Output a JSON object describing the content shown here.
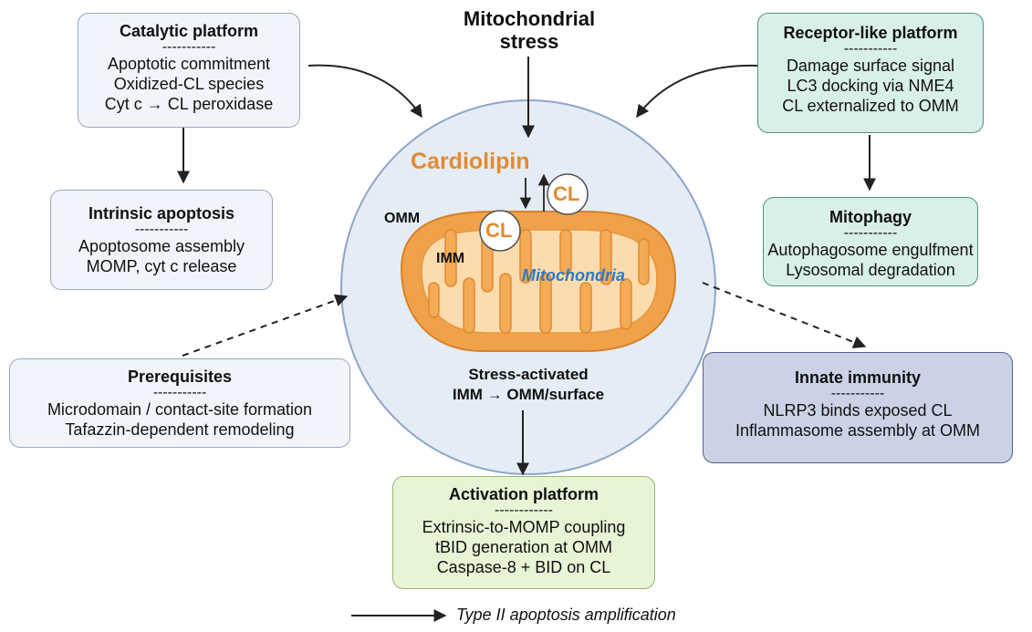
{
  "stress_label": [
    "Mitochondrial",
    "stress"
  ],
  "center": {
    "cardiolipin": "Cardiolipin",
    "cl_badge": "CL",
    "omm": "OMM",
    "imm": "IMM",
    "mitochondria": "Mitochondria",
    "stress_activated": [
      "Stress-activated",
      "IMM → OMM/surface"
    ]
  },
  "boxes": {
    "catalytic": {
      "title": "Catalytic platform",
      "separator": "-----------",
      "lines": [
        "Apoptotic commitment",
        "Oxidized-CL species",
        "Cyt c → CL peroxidase"
      ]
    },
    "receptor": {
      "title": "Receptor-like platform",
      "separator": "-----------",
      "lines": [
        "Damage surface signal",
        "LC3 docking via NME4",
        "CL externalized to OMM"
      ]
    },
    "intrinsic": {
      "title": "Intrinsic apoptosis",
      "separator": "-----------",
      "lines": [
        "Apoptosome assembly",
        "MOMP, cyt c release"
      ]
    },
    "mitophagy": {
      "title": "Mitophagy",
      "separator": "-----------",
      "lines": [
        "Autophagosome engulfment",
        "Lysosomal degradation"
      ]
    },
    "prerequisites": {
      "title": "Prerequisites",
      "separator": "-----------",
      "lines": [
        "Microdomain / contact-site formation",
        "Tafazzin-dependent remodeling"
      ]
    },
    "innate": {
      "title": "Innate immunity",
      "separator": "-----------",
      "lines": [
        "NLRP3 binds exposed CL",
        "Inflammasome assembly at OMM"
      ]
    },
    "activation": {
      "title": "Activation platform",
      "separator": "------------",
      "lines": [
        "Extrinsic-to-MOMP coupling",
        "tBID generation at OMM",
        "Caspase-8 + BID on CL"
      ]
    }
  },
  "legend": {
    "label": "Type II apoptosis amplification"
  },
  "colors": {
    "cardiolipin_orange": "#e58a2c",
    "mito_outer": "#f0a850",
    "mito_inner": "#fde0b0",
    "circle_fill": "#e4ecf6",
    "mito_text_blue": "#2d7bc4"
  }
}
